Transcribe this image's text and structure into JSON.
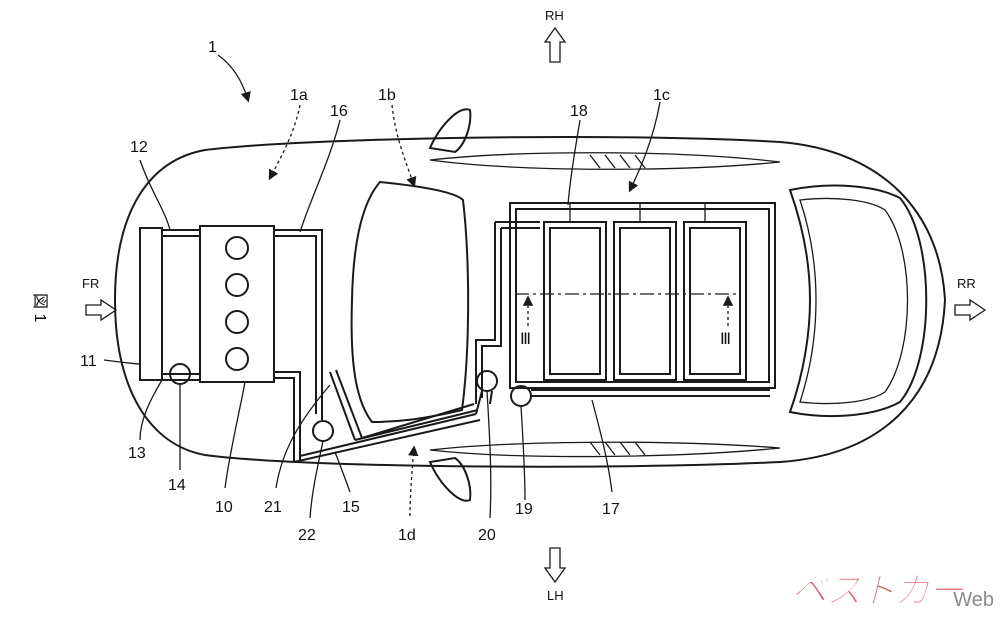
{
  "figure": {
    "label": "図 1"
  },
  "directions": {
    "front": "FR",
    "rear": "RR",
    "right": "RH",
    "left": "LH"
  },
  "callouts": {
    "vehicle": "1",
    "front_section": "1a",
    "cabin": "1b",
    "rear_section": "1c",
    "floor": "1d",
    "engine": "10",
    "radiator": "11",
    "radiator_upper_line": "12",
    "radiator_lower_line": "13",
    "engine_pump": "14",
    "floor_pipe": "15",
    "upper_pipe": "16",
    "battery": "17",
    "battery_frame": "18",
    "battery_pump": "19",
    "junction_valve": "20",
    "bypass_line": "21",
    "heater_pump": "22"
  },
  "section_marks": {
    "left": "Ⅲ",
    "right": "Ⅲ"
  },
  "watermark": {
    "brand": "ベストカー",
    "suffix": "Web",
    "color": "#e34b55"
  }
}
